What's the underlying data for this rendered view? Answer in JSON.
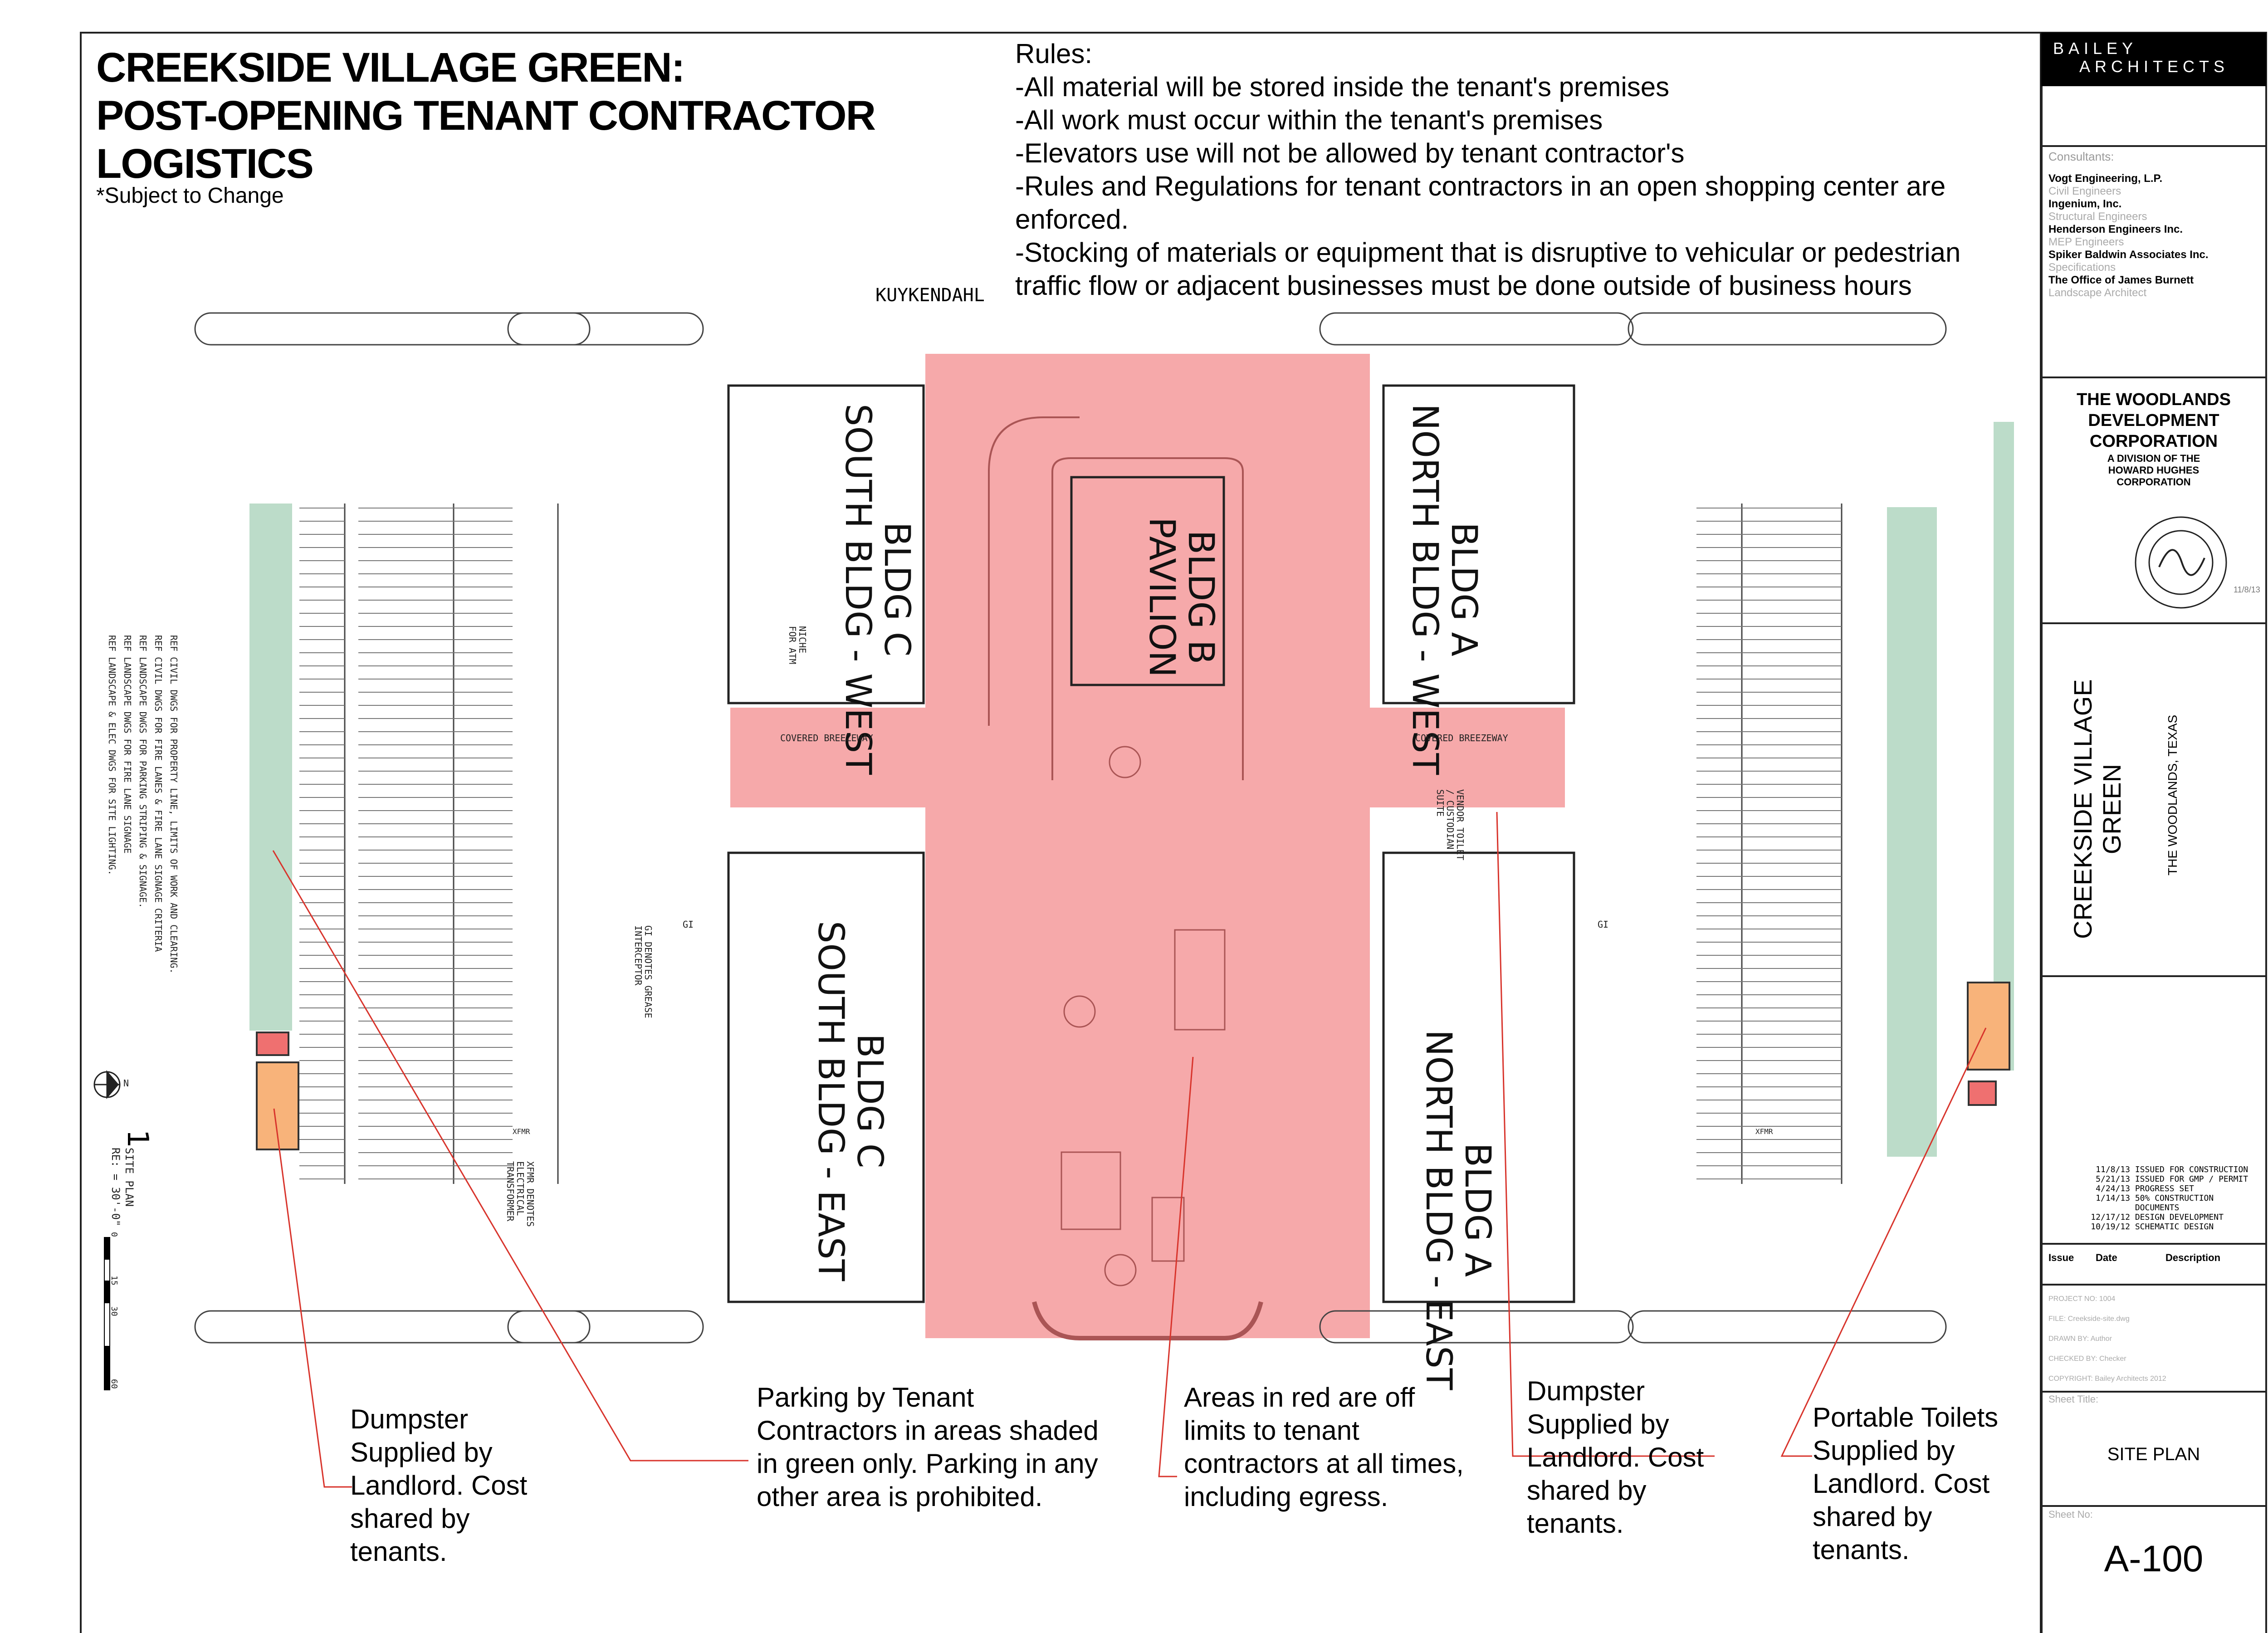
{
  "title": {
    "lines": [
      "CREEKSIDE VILLAGE GREEN:",
      "POST-OPENING TENANT CONTRACTOR",
      "LOGISTICS"
    ],
    "subtitle": "*Subject to Change"
  },
  "rules": {
    "heading": "Rules:",
    "items": [
      "-All material will be stored inside the tenant's premises",
      "-All work must occur within the tenant's premises",
      "-Elevators use will not be allowed by tenant contractor's",
      "-Rules and Regulations for tenant contractors in an open shopping center are",
      "enforced.",
      "-Stocking of materials or equipment that is disruptive to vehicular or pedestrian",
      "traffic flow or adjacent businesses must be done outside of business hours"
    ]
  },
  "street": "KUYKENDAHL",
  "buildings": {
    "c_west": [
      "BLDG C",
      "SOUTH BLDG - WEST"
    ],
    "b": [
      "BLDG B",
      "PAVILION"
    ],
    "a_west": [
      "BLDG A",
      "NORTH BLDG - WEST"
    ],
    "c_east": [
      "BLDG C",
      "SOUTH BLDG - EAST"
    ],
    "a_east": [
      "BLDG A",
      "NORTH BLDG - EAST"
    ]
  },
  "breezeway": "COVERED BREEZEWAY",
  "plan_notes": {
    "atm": [
      "NICHE",
      "FOR ATM"
    ],
    "grease": [
      "GI DENOTES GREASE",
      "INTERCEPTOR"
    ],
    "xfmr": [
      "XFMR DENOTES",
      "ELECTRICAL",
      "TRANSFORMER"
    ],
    "restroom": [
      "VENDOR TOILET",
      "/ CUSTODIAN",
      "SUITE"
    ],
    "gi_tag": "GI",
    "xfmr_tag": "XFMR",
    "ref_list": [
      "REF CIVIL DWGS FOR PROPERTY LINE, LIMITS OF WORK AND CLEARING.",
      "REF CIVIL DWGS FOR FIRE LANES & FIRE LANE SIGNAGE CRITERIA",
      "REF LANDSCAPE DWGS FOR PARKING STRIPING & SIGNAGE.",
      "REF LANDSCAPE DWGS FOR FIRE LANE SIGNAGE",
      "REF LANDSCAPE & ELEC DWGS FOR SITE LIGHTING."
    ],
    "site_plan_label": [
      "SITE PLAN",
      "RE: = 30'-0\""
    ],
    "site_plan_number": "1",
    "scale_ticks": [
      "0",
      "15",
      "30",
      "60"
    ],
    "north": "N"
  },
  "callouts": {
    "dumpster_left": [
      "Dumpster",
      "Supplied by",
      "Landlord. Cost",
      "shared by",
      "tenants."
    ],
    "parking": [
      "Parking by Tenant",
      "Contractors in areas shaded",
      "in green only. Parking in any",
      "other area is prohibited."
    ],
    "red_areas": [
      "Areas in red are off",
      "limits to tenant",
      "contractors at all times,",
      "including egress."
    ],
    "dumpster_right": [
      "Dumpster",
      "Supplied by",
      "Landlord. Cost",
      "shared by",
      "tenants."
    ],
    "toilets": [
      "Portable Toilets",
      "Supplied by",
      "Landlord. Cost",
      "shared by",
      "tenants."
    ]
  },
  "title_block": {
    "firm_line1": "BAILEY",
    "firm_line2": "ARCHITECTS",
    "consultants_label": "Consultants:",
    "consultants": [
      {
        "name": "Vogt Engineering, L.P.",
        "role": "Civil Engineers"
      },
      {
        "name": "Ingenium, Inc.",
        "role": "Structural Engineers"
      },
      {
        "name": "Henderson Engineers Inc.",
        "role": "MEP Engineers"
      },
      {
        "name": "Spiker Baldwin Associates Inc.",
        "role": "Specifications"
      },
      {
        "name": "The Office of James Burnett",
        "role": "Landscape Architect"
      }
    ],
    "owner": [
      "THE WOODLANDS",
      "DEVELOPMENT",
      "CORPORATION"
    ],
    "owner_sub": [
      "A DIVISION OF THE",
      "HOWARD HUGHES",
      "CORPORATION"
    ],
    "seal_date": "11/8/13",
    "project_name": [
      "CREEKSIDE VILLAGE",
      "GREEN"
    ],
    "location": "THE WOODLANDS, TEXAS",
    "issues": [
      {
        "date": "11/8/13",
        "desc": "ISSUED FOR CONSTRUCTION"
      },
      {
        "date": "5/21/13",
        "desc": "ISSUED FOR GMP / PERMIT"
      },
      {
        "date": "4/24/13",
        "desc": "PROGRESS SET"
      },
      {
        "date": "1/14/13",
        "desc": "50% CONSTRUCTION"
      },
      {
        "date": "",
        "desc": "DOCUMENTS"
      },
      {
        "date": "12/17/12",
        "desc": "DESIGN DEVELOPMENT"
      },
      {
        "date": "10/19/12",
        "desc": "SCHEMATIC DESIGN"
      }
    ],
    "issue_headers": [
      "Issue",
      "Date",
      "Description"
    ],
    "project_rows": [
      "PROJECT NO: 1004",
      "FILE: Creekside-site.dwg",
      "DRAWN BY: Author",
      "CHECKED BY: Checker",
      "COPYRIGHT: Bailey Architects 2012"
    ],
    "sheet_title_label": "Sheet Title:",
    "sheet_title": "SITE PLAN",
    "sheet_no_label": "Sheet No:",
    "sheet_no": "A-100"
  },
  "colors": {
    "restricted": "#f6a9aa",
    "parking": "#bcdcc9",
    "dumpster": "#f8b37a",
    "toilet": "#ef7070",
    "leader": "#d8342c"
  }
}
